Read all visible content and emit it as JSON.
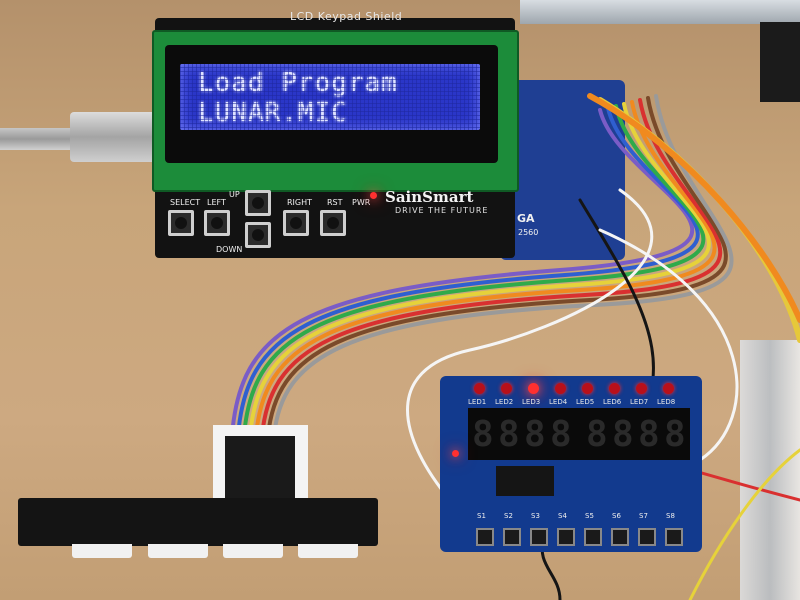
{
  "photo": {
    "shield_title": "LCD Keypad Shield",
    "lcd_line1": "Load Program",
    "lcd_line2": "LUNAR.MIC",
    "shield_buttons": [
      "SELECT",
      "LEFT",
      "UP",
      "DOWN",
      "RIGHT",
      "RST"
    ],
    "brand": "SainSmart",
    "tagline": "DRIVE THE FUTURE",
    "pwr_label": "PWR",
    "board_badge": "GA",
    "board_model": "2560",
    "leds": [
      {
        "label": "LED1",
        "lit": false
      },
      {
        "label": "LED2",
        "lit": false
      },
      {
        "label": "LED3",
        "lit": true
      },
      {
        "label": "LED4",
        "lit": false
      },
      {
        "label": "LED5",
        "lit": false
      },
      {
        "label": "LED6",
        "lit": false
      },
      {
        "label": "LED7",
        "lit": false
      },
      {
        "label": "LED8",
        "lit": false
      }
    ],
    "switches": [
      "S1",
      "S2",
      "S3",
      "S4",
      "S5",
      "S6",
      "S7",
      "S8"
    ],
    "colors": {
      "lcd_background": "#2a36c8",
      "lcd_text": "#dfe3ff",
      "pcb_blue": "#123a8e",
      "lcd_module_green": "#1c8c3a",
      "led_red": "#ff3030"
    }
  }
}
